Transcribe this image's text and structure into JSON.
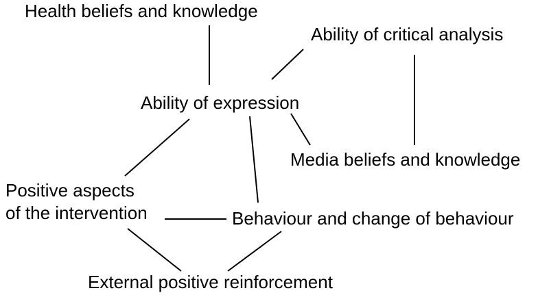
{
  "nodes": {
    "health_beliefs": "Health beliefs and knowledge",
    "critical_analysis": "Ability of critical analysis",
    "expression": "Ability of expression",
    "media_beliefs": "Media beliefs and knowledge",
    "positive_aspects": {
      "line1": "Positive aspects",
      "line2": "of the intervention"
    },
    "behaviour": "Behaviour and change of behaviour",
    "external_reinforcement": "External positive reinforcement"
  },
  "edges": [
    [
      "health_beliefs",
      "expression"
    ],
    [
      "critical_analysis",
      "expression"
    ],
    [
      "critical_analysis",
      "media_beliefs"
    ],
    [
      "expression",
      "media_beliefs"
    ],
    [
      "expression",
      "positive_aspects"
    ],
    [
      "expression",
      "behaviour"
    ],
    [
      "positive_aspects",
      "behaviour"
    ],
    [
      "positive_aspects",
      "external_reinforcement"
    ],
    [
      "behaviour",
      "external_reinforcement"
    ]
  ]
}
